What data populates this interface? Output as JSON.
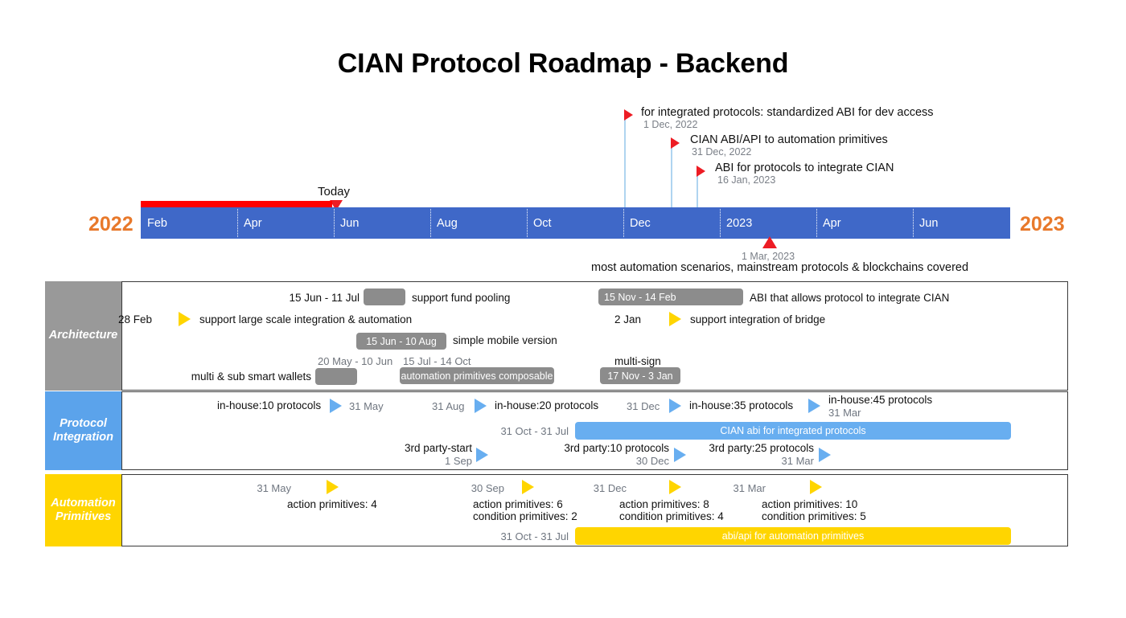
{
  "title": "CIAN Protocol Roadmap - Backend",
  "colors": {
    "timeline_blue": "#3F68C8",
    "progress_red": "#FF0000",
    "year_orange": "#E8792B",
    "lane_gray": "#999999",
    "lane_blue": "#5BA3EB",
    "lane_yellow": "#FFD500",
    "chip_gray": "#8C8C8C",
    "bar_blue": "#68AEF0",
    "bar_yellow": "#FFD500",
    "connector_blue": "#AFD4F0",
    "marker_red": "#ED1C24"
  },
  "timeline": {
    "start_year_label": "2022",
    "end_year_label": "2023",
    "today_label": "Today",
    "months": [
      "Feb",
      "Apr",
      "Jun",
      "Aug",
      "Oct",
      "Dec",
      "2023",
      "Apr",
      "Jun"
    ]
  },
  "top_milestones": [
    {
      "title": "for integrated protocols: standardized ABI for dev access",
      "date": "1 Dec, 2022"
    },
    {
      "title": "CIAN ABI/API to automation primitives",
      "date": "31 Dec, 2022"
    },
    {
      "title": "ABI for protocols to integrate CIAN",
      "date": "16 Jan, 2023"
    }
  ],
  "bottom_milestone": {
    "date": "1 Mar, 2023",
    "text": "most automation scenarios, mainstream protocols & blockchains covered"
  },
  "lanes": [
    {
      "name": "Architecture",
      "label_line1": "Architecture",
      "label_line2": "",
      "items": [
        {
          "date": "15 Jun - 11 Jul",
          "chip_text": "",
          "text": "support fund pooling"
        },
        {
          "date": "28 Feb",
          "text": "support large scale integration & automation"
        },
        {
          "date": "15 Jun - 10 Aug",
          "chip_text": "15 Jun - 10 Aug",
          "text": "simple mobile version"
        },
        {
          "date": "20 May - 10 Jun",
          "chip_text": "",
          "text": "multi & sub smart wallets"
        },
        {
          "date": "15 Jul - 14 Oct",
          "chip_text": "automation primitives composable",
          "text": "15 Jul - 14 Oct"
        },
        {
          "date": "15 Nov - 14 Feb",
          "chip_text": "15 Nov - 14 Feb",
          "text": "ABI that allows protocol to integrate CIAN"
        },
        {
          "date": "2 Jan",
          "text": "support integration of bridge"
        },
        {
          "date": "17 Nov - 3 Jan",
          "chip_text": "17 Nov - 3 Jan",
          "text": "multi-sign"
        }
      ]
    },
    {
      "name": "Protocol Integration",
      "label_line1": "Protocol",
      "label_line2": "Integration",
      "items": [
        {
          "text": "in-house:10 protocols",
          "date": "31 May"
        },
        {
          "date": "31 Aug",
          "text": "in-house:20 protocols"
        },
        {
          "date": "31 Dec",
          "text": "in-house:35 protocols"
        },
        {
          "text": "in-house:45 protocols",
          "date": "31 Mar"
        },
        {
          "date": "31 Oct - 31 Jul",
          "bar_text": "CIAN abi for integrated protocols"
        },
        {
          "text": "3rd party-start",
          "date": "1 Sep"
        },
        {
          "text": "3rd party:10 protocols",
          "date": "30 Dec"
        },
        {
          "text": "3rd party:25 protocols",
          "date": "31 Mar"
        }
      ]
    },
    {
      "name": "Automation Primitives",
      "label_line1": "Automation",
      "label_line2": "Primitives",
      "items": [
        {
          "date": "31 May",
          "line1": "action primitives: 4",
          "line2": ""
        },
        {
          "date": "30 Sep",
          "line1": "action primitives: 6",
          "line2": "condition primitives: 2"
        },
        {
          "date": "31 Dec",
          "line1": "action primitives: 8",
          "line2": "condition primitives: 4"
        },
        {
          "date": "31 Mar",
          "line1": "action primitives: 10",
          "line2": "condition primitives: 5"
        },
        {
          "date": "31 Oct - 31 Jul",
          "bar_text": "abi/api for automation primitives"
        }
      ]
    }
  ]
}
